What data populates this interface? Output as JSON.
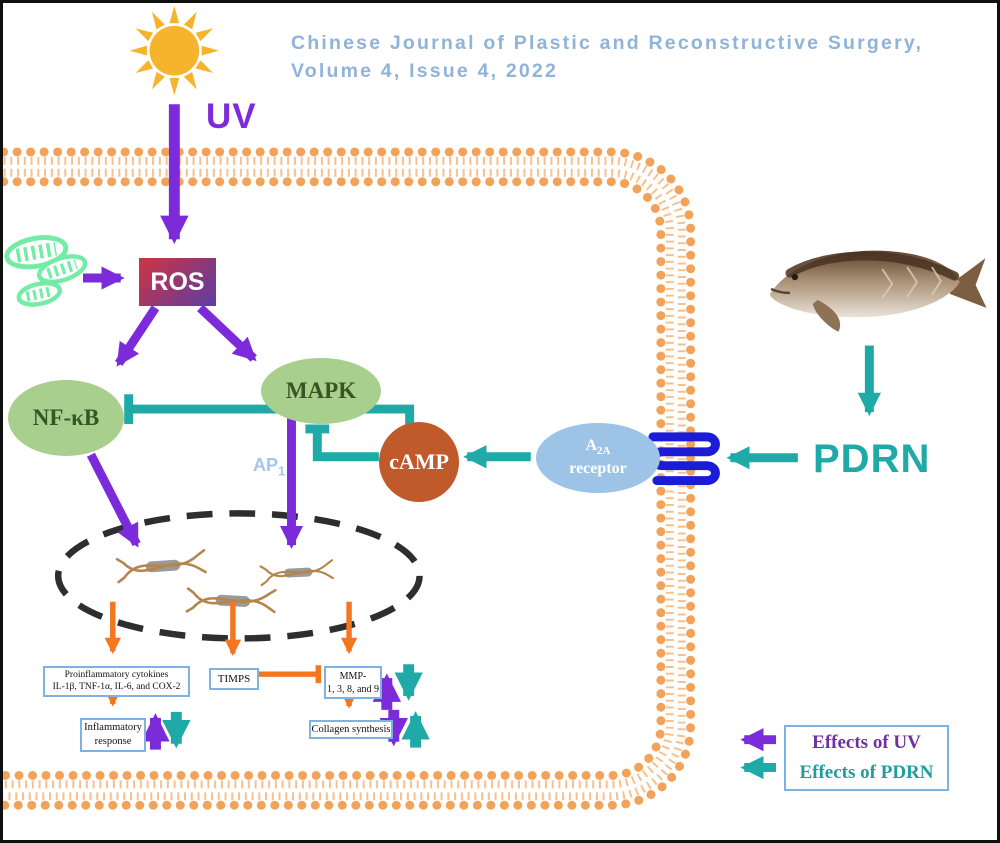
{
  "title": {
    "line1": "Chinese Journal of Plastic and Reconstructive Surgery,",
    "line2": "Volume 4, Issue 4, 2022"
  },
  "labels": {
    "uv": "UV",
    "pdrn": "PDRN",
    "ap1_base": "AP",
    "ap1_sub": "1"
  },
  "nodes": {
    "ros": "ROS",
    "nfkb": "NF-κB",
    "mapk": "MAPK",
    "camp": "cAMP",
    "a2a_base": "A",
    "a2a_sub": "2A",
    "a2a_line2": "receptor"
  },
  "boxes": {
    "proinflammatory": {
      "line1": "Proinflammatory cytokines",
      "line2": "IL-1β, TNF-1α, IL-6, and COX-2"
    },
    "timps": {
      "label": "TIMPS"
    },
    "mmp": {
      "line1": "MMP-",
      "line2": "1, 3, 8, and 9"
    },
    "inflammatory": {
      "line1": "Inflammatory",
      "line2": "response"
    },
    "collagen": {
      "label": "Collagen synthesis"
    }
  },
  "legend": {
    "uv_label": "Effects of UV",
    "pdrn_label": "Effects of PDRN"
  },
  "icons": {
    "sun": "sun-icon",
    "mitochondria": "mitochondria-icon",
    "fish": "fish-icon",
    "dna": "dna-icon",
    "membrane": "cell-membrane",
    "receptor_coil": "transmembrane-receptor-icon",
    "nucleus": "nucleus-dashed-outline"
  },
  "colors": {
    "uv_purple": "#7C2BDB",
    "pdrn_teal": "#1FA9A7",
    "orange_arrow": "#F4771F",
    "membrane_orange": "#F2A359",
    "node_green": "#A9CF8E",
    "node_green_text": "#375623",
    "ros_gradient_start": "#D23440",
    "ros_gradient_end": "#5C3DA8",
    "camp_fill": "#C05A2A",
    "a2a_fill": "#9DC3E6",
    "box_border_blue": "#7FB2E2",
    "title_blue": "#8FB3D9",
    "legend_purple": "#7030A0",
    "sun_yellow": "#F6B42C",
    "mito_green": "#74ECA7",
    "dna_tan": "#B5854E",
    "receptor_coil_blue": "#1C1CD6"
  }
}
